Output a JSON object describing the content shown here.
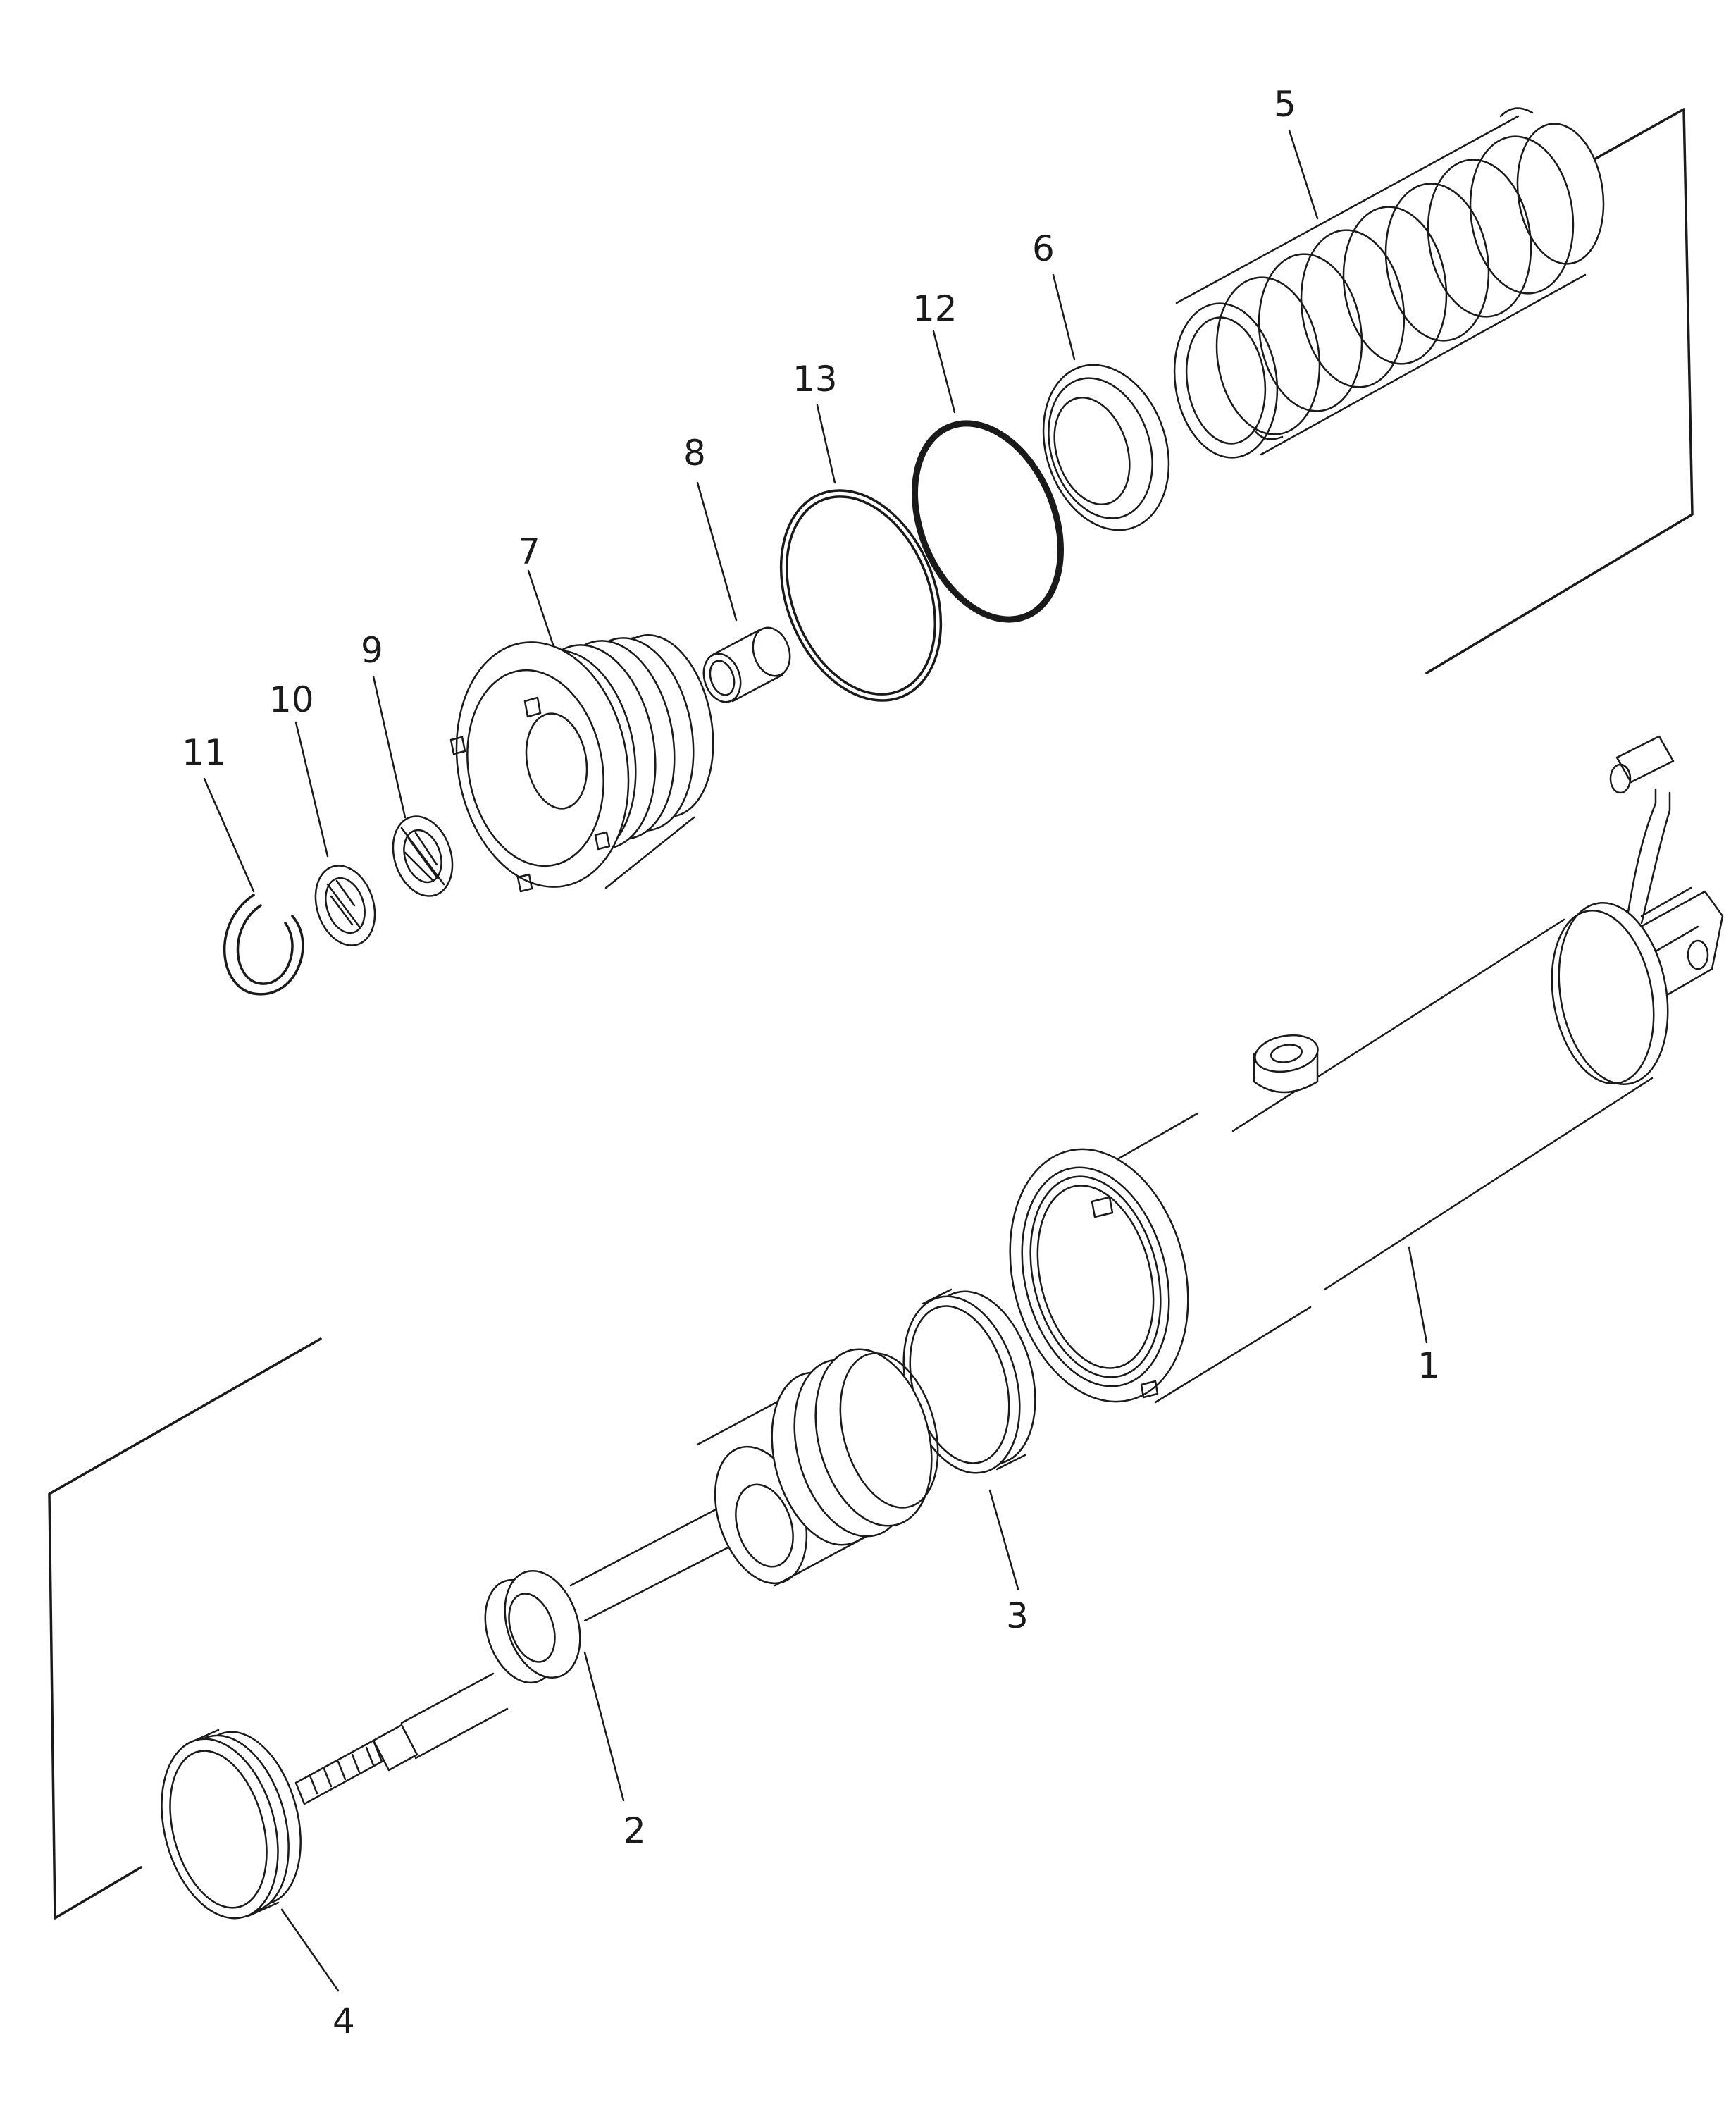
{
  "diagram": {
    "labels": {
      "p1": "1",
      "p2": "2",
      "p3": "3",
      "p4": "4",
      "p5": "5",
      "p6": "6",
      "p7": "7",
      "p8": "8",
      "p9": "9",
      "p10": "10",
      "p11": "11",
      "p12": "12",
      "p13": "13"
    },
    "colors": {
      "ink": "#1a1a1a",
      "paper": "#ffffff"
    }
  }
}
